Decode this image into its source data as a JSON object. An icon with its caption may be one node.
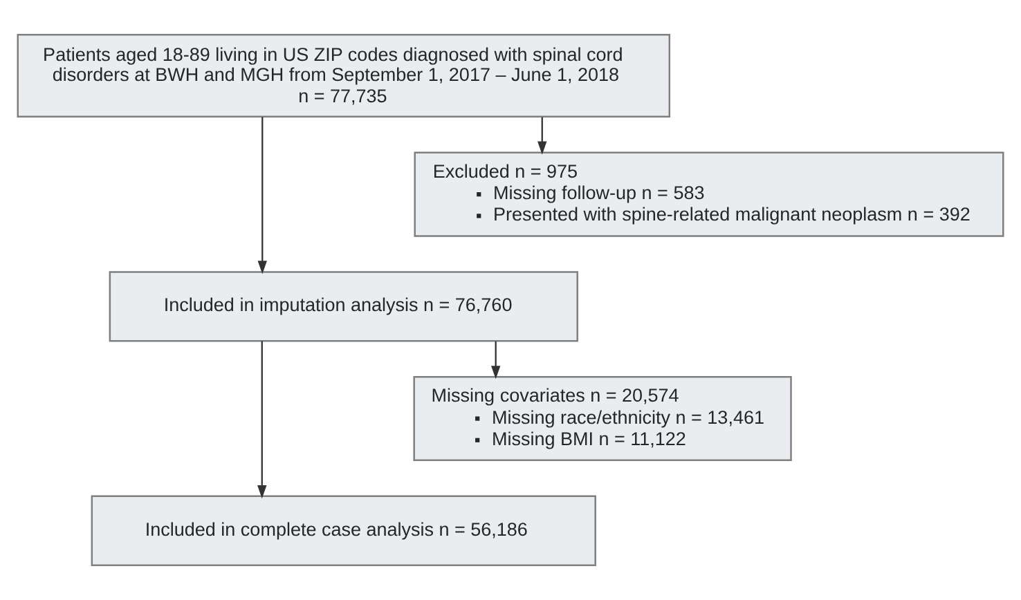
{
  "diagram": {
    "nodes": [
      {
        "text": [
          "Patients aged 18-89 living in US ZIP codes diagnosed with spinal cord disorders at BWH and MGH from September 1, 2017 – June 1, 2018",
          "n = 77,735"
        ]
      },
      {
        "text": [
          "Excluded n = 975",
          "Missing follow-up n = 583",
          "Presented with spine-related malignant neoplasm n = 392"
        ]
      },
      {
        "text": [
          "Included in imputation analysis n = 76,760"
        ]
      },
      {
        "text": [
          "Missing covariates n = 20,574",
          "Missing race/ethnicity n = 13,461",
          "Missing BMI n = 11,122"
        ]
      },
      {
        "text": [
          "Included in complete case analysis n = 56,186"
        ]
      }
    ],
    "edges": [
      {
        "from": 0,
        "to": 2,
        "arrow": "to"
      },
      {
        "from": 0,
        "to": 1,
        "arrow": "to"
      },
      {
        "from": 2,
        "to": 4,
        "arrow": "to"
      },
      {
        "from": 2,
        "to": 3,
        "arrow": "to"
      }
    ]
  }
}
